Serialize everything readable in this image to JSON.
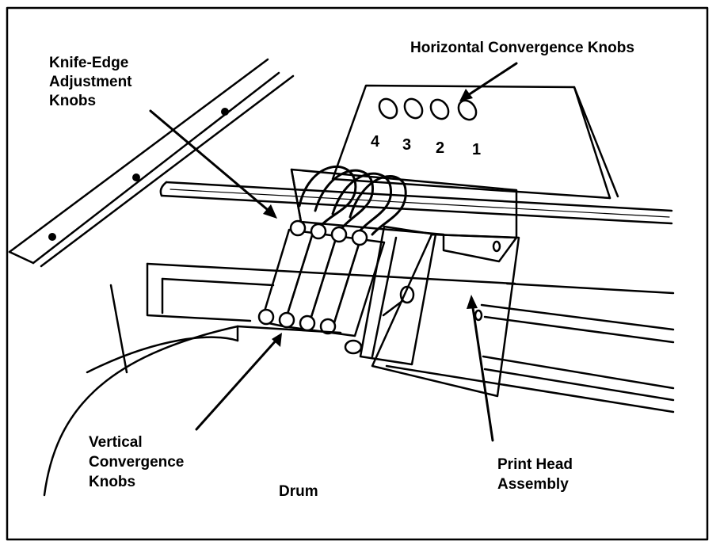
{
  "labels": {
    "knife_edge": [
      "Knife-Edge",
      "Adjustment",
      "Knobs"
    ],
    "horizontal": "Horizontal Convergence Knobs",
    "vertical": [
      "Vertical",
      "Convergence",
      "Knobs"
    ],
    "drum": "Drum",
    "print_head": [
      "Print Head",
      "Assembly"
    ]
  },
  "knob_numbers": [
    "4",
    "3",
    "2",
    "1"
  ]
}
